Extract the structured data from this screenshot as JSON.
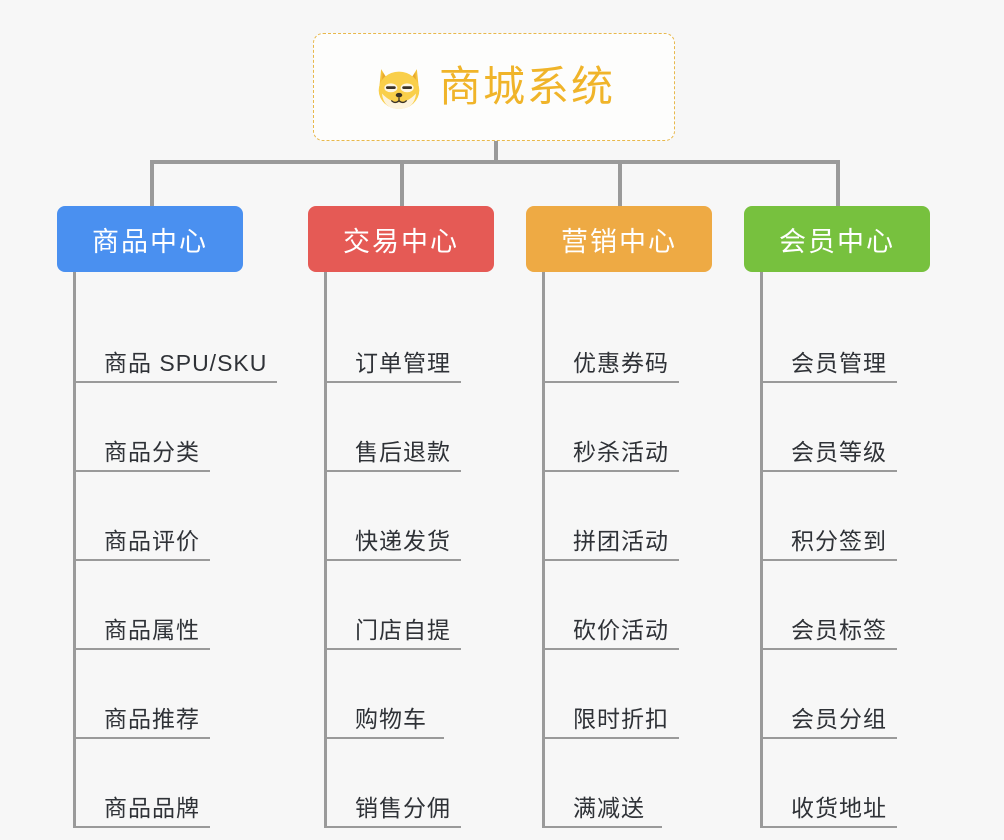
{
  "root": {
    "title": "商城系统",
    "icon": "shiba-dog-icon",
    "border_color": "#e8b84b",
    "text_color": "#f0b429"
  },
  "colors": {
    "background": "#f7f7f7",
    "connector": "#9a9a9a",
    "leaf_text": "#2f3237",
    "leaf_rule": "#9a9a9a",
    "blue": "#4a90f0",
    "red": "#e55a55",
    "orange": "#eeaa44",
    "green": "#77c13e"
  },
  "branches": [
    {
      "label": "商品中心",
      "color": "#4a90f0",
      "items": [
        {
          "label": "商品 SPU/SKU"
        },
        {
          "label": "商品分类"
        },
        {
          "label": "商品评价"
        },
        {
          "label": "商品属性"
        },
        {
          "label": "商品推荐"
        },
        {
          "label": "商品品牌"
        }
      ]
    },
    {
      "label": "交易中心",
      "color": "#e55a55",
      "items": [
        {
          "label": "订单管理"
        },
        {
          "label": "售后退款"
        },
        {
          "label": "快递发货"
        },
        {
          "label": "门店自提"
        },
        {
          "label": "购物车"
        },
        {
          "label": "销售分佣"
        }
      ]
    },
    {
      "label": "营销中心",
      "color": "#eeaa44",
      "items": [
        {
          "label": "优惠券码"
        },
        {
          "label": "秒杀活动"
        },
        {
          "label": "拼团活动"
        },
        {
          "label": "砍价活动"
        },
        {
          "label": "限时折扣"
        },
        {
          "label": "满减送"
        }
      ]
    },
    {
      "label": "会员中心",
      "color": "#77c13e",
      "items": [
        {
          "label": "会员管理"
        },
        {
          "label": "会员等级"
        },
        {
          "label": "积分签到"
        },
        {
          "label": "会员标签"
        },
        {
          "label": "会员分组"
        },
        {
          "label": "收货地址"
        }
      ]
    }
  ]
}
